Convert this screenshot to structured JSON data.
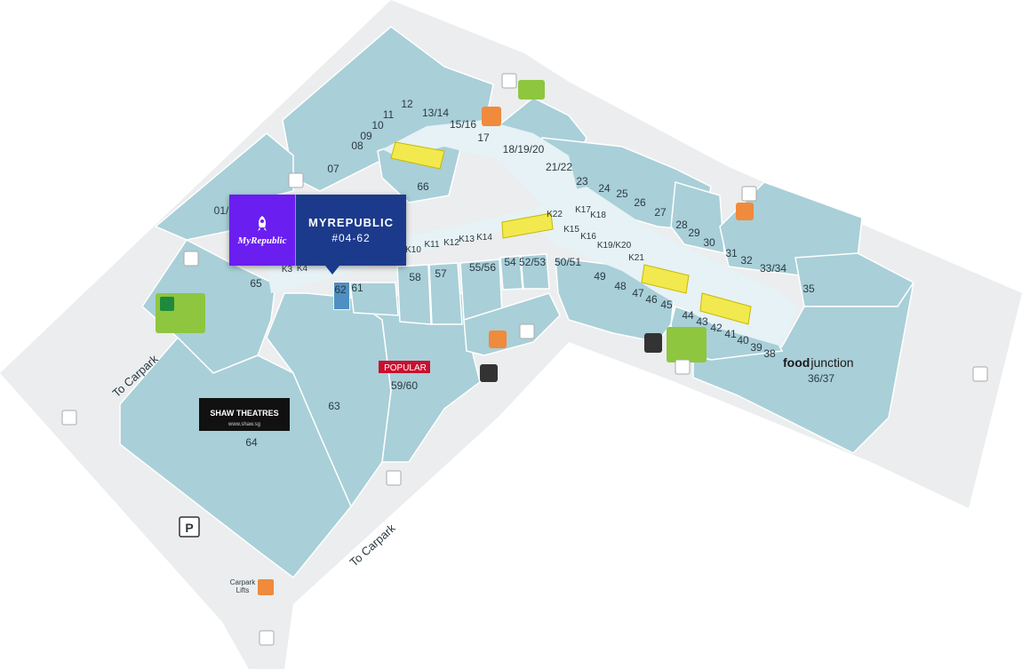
{
  "colors": {
    "ground": "#ebedee",
    "unit": "#a9cfd8",
    "unit_stroke": "#ffffff",
    "corridor": "#e6f2f5",
    "highlight": "#4f8fc2",
    "escalator": "#f2e94e",
    "lift_orange": "#f08a3c",
    "toilet_green": "#8ec63f",
    "popup_bg": "#1c3a8c",
    "popup_logo_bg": "#6a1ef0"
  },
  "popup": {
    "store_name": "MYREPUBLIC",
    "unit_no": "#04-62",
    "logo_text": "MyRepublic",
    "logo_icon": "rocket-icon"
  },
  "units": {
    "u01": "01/",
    "u07": "07",
    "u08": "08",
    "u09": "09",
    "u10": "10",
    "u11": "11",
    "u12": "12",
    "u13": "13/14",
    "u15": "15/16",
    "u17": "17",
    "u18": "18/19/20",
    "u21": "21/22",
    "u23": "23",
    "u24": "24",
    "u25": "25",
    "u26": "26",
    "u27": "27",
    "u28": "28",
    "u29": "29",
    "u30": "30",
    "u31": "31",
    "u32": "32",
    "u33": "33/34",
    "u35": "35",
    "u36": "36/37",
    "u38": "38",
    "u39": "39",
    "u40": "40",
    "u41": "41",
    "u42": "42",
    "u43": "43",
    "u44": "44",
    "u45": "45",
    "u46": "46",
    "u47": "47",
    "u48": "48",
    "u49": "49",
    "u50": "50/51",
    "u52": "52/53",
    "u54": "54",
    "u55": "55/56",
    "u57": "57",
    "u58": "58",
    "u59": "59/60",
    "u61": "61",
    "u62": "62",
    "u63": "63",
    "u64": "64",
    "u65": "65",
    "u66": "66",
    "k3": "K3",
    "k4": "K4",
    "k10": "K10",
    "k11": "K11",
    "k12": "K12",
    "k13": "K13",
    "k14": "K14",
    "k15": "K15",
    "k16": "K16",
    "k17": "K17",
    "k18": "K18",
    "k19": "K19/K20",
    "k21": "K21",
    "k22": "K22"
  },
  "brands": {
    "popular": "POPULAR",
    "shaw": "SHAW THEATRES",
    "shaw_url": "www.shaw.sg",
    "food": "food",
    "junction": "junction"
  },
  "labels": {
    "to_carpark_left": "To Carpark",
    "to_carpark_bottom": "To Carpark",
    "parking": "P",
    "carpark_lifts_1": "Carpark",
    "carpark_lifts_2": "Lifts"
  }
}
